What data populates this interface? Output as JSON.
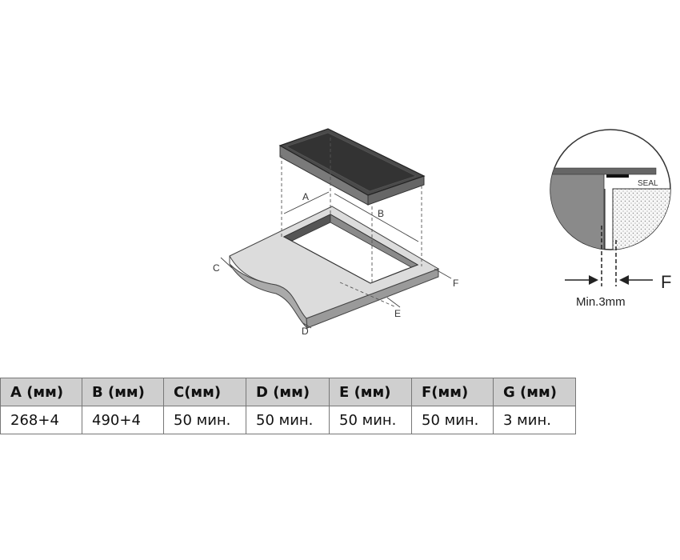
{
  "diagram": {
    "labels": {
      "a": "A",
      "b": "B",
      "c": "C",
      "d": "D",
      "e": "E",
      "f": "F",
      "seal": "SEAL",
      "detail_f": "F",
      "min_gap": "Min.3mm"
    }
  },
  "table": {
    "headers": [
      "A (мм)",
      "B (мм)",
      "C(мм)",
      "D (мм)",
      "E (мм)",
      "F(мм)",
      "G (мм)"
    ],
    "values": [
      "268+4",
      "490+4",
      "50 мин.",
      "50 мин.",
      "50 мин.",
      "50 мин.",
      "3 мин."
    ]
  }
}
